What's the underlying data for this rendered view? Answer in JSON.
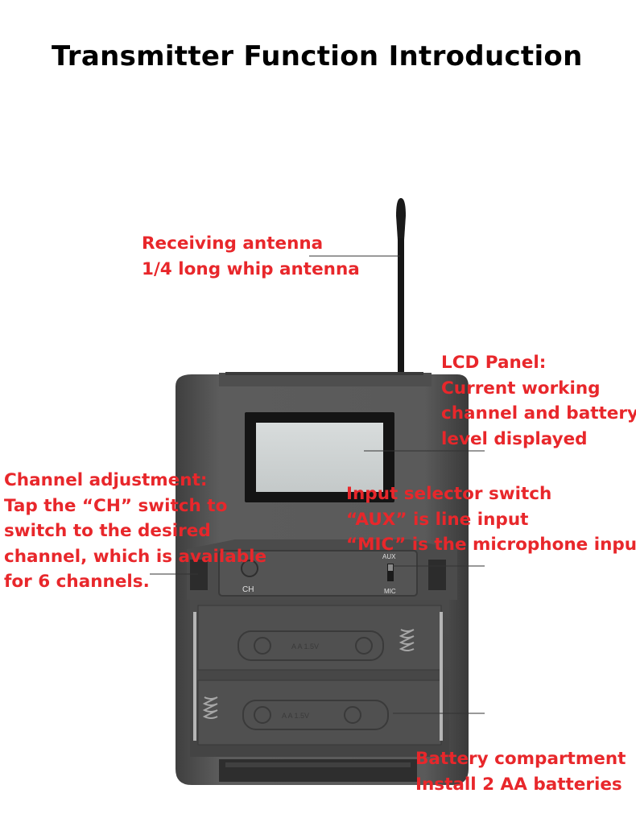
{
  "title": "Transmitter Function Introduction",
  "colors": {
    "annotation": "#e8272b",
    "title": "#000000",
    "device_body": "#565656"
  },
  "labels": {
    "antenna": [
      "Receiving antenna",
      "1/4 long whip antenna"
    ],
    "lcd": [
      "LCD Panel:",
      "Current working",
      "channel and battery",
      "level displayed"
    ],
    "channel": [
      "Channel adjustment:",
      "Tap the “CH” switch to",
      "switch to the desired",
      "channel, which is available",
      "for 6 channels."
    ],
    "input": [
      "Input selector switch",
      "“AUX” is line input",
      "“MIC” is the microphone input"
    ],
    "battery": [
      "Battery compartment",
      "Install 2 AA batteries"
    ]
  },
  "device_print": {
    "ch": "CH",
    "aux": "AUX",
    "mic": "MIC",
    "battery_mark": "A A 1.5V"
  }
}
